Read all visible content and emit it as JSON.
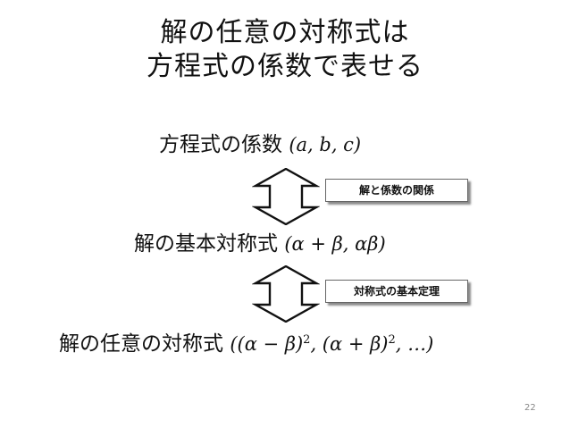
{
  "title": {
    "line1": "解の任意の対称式は",
    "line2": "方程式の係数で表せる"
  },
  "row1": {
    "label": "方程式の係数",
    "math": "(a, b, c)"
  },
  "row2": {
    "label": "解の基本対称式",
    "math": "(α + β, αβ)"
  },
  "row3": {
    "label": "解の任意の対称式",
    "math_a": "((α − β)",
    "sup_a": "2",
    "math_b": ", (α + β)",
    "sup_b": "2",
    "math_c": ", …)"
  },
  "badges": {
    "upper": "解と係数の関係",
    "lower": "対称式の基本定理"
  },
  "page_number": "22"
}
